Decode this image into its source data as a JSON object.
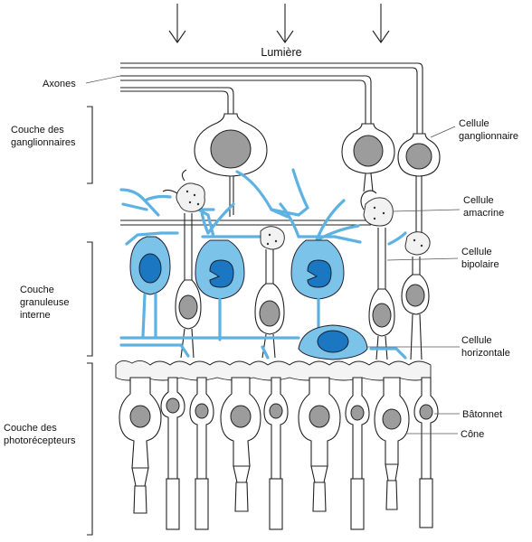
{
  "diagram": {
    "light_label": "Lumière",
    "layers": {
      "ganglion": "Couche des ganglionnaires",
      "ganglion_lines": [
        "Couche des",
        "ganglionnaires"
      ],
      "inner_nuclear_lines": [
        "Couche",
        "granuleuse",
        "interne"
      ],
      "photoreceptor_lines": [
        "Couche des",
        "photorécepteurs"
      ]
    },
    "labels": {
      "axons": "Axones",
      "ganglion_cell_lines": [
        "Cellule",
        "ganglionnaire"
      ],
      "amacrine_cell_lines": [
        "Cellule",
        "amacrine"
      ],
      "bipolar_cell_lines": [
        "Cellule",
        "bipolaire"
      ],
      "horizontal_cell_lines": [
        "Cellule",
        "horizontale"
      ],
      "rod": "Bâtonnet",
      "cone": "Cône"
    },
    "colors": {
      "cell_blue": "#7cc3ea",
      "nucleus_blue": "#1c77c2",
      "nucleus_grey": "#9c9c9c"
    }
  }
}
